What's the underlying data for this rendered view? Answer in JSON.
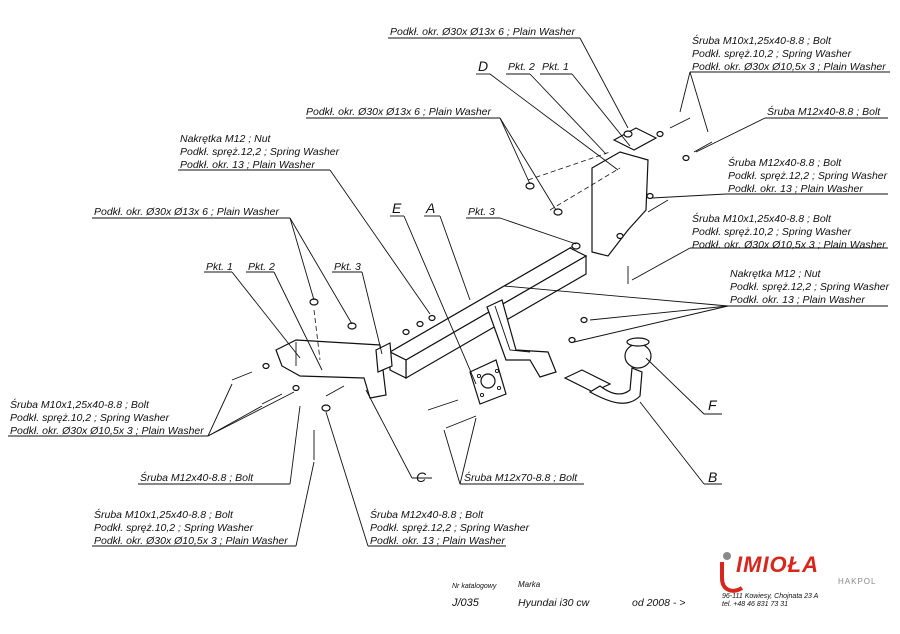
{
  "labels": {
    "washer_top": "Podkł. okr.  Ø30x Ø13x 6 ; Plain Washer",
    "top_right_1": "Śruba M10x1,25x40-8.8 ;  Bolt",
    "top_right_2": "Podkł. spręż.10,2 ; Spring Washer",
    "top_right_3": "Podkł. okr.  Ø30x Ø10,5x 3 ; Plain Washer",
    "d_letter": "D",
    "pkt2_top": "Pkt. 2",
    "pkt1_top": "Pkt. 1",
    "sruba_m12_right": "Śruba M12x40-8.8 ;  Bolt",
    "washer_mid": "Podkł. okr.  Ø30x Ø13x 6 ; Plain Washer",
    "nut_left_1": "Nakrętka  M12 ; Nut",
    "nut_left_2": "Podkł. spręż.12,2 ; Spring Washer",
    "nut_left_3": "Podkł. okr. 13 ; Plain Washer",
    "right2_1": "Śruba M12x40-8.8 ;  Bolt",
    "right2_2": "Podkł. spręż.12,2 ; Spring Washer",
    "right2_3": "Podkł. okr. 13 ; Plain Washer",
    "washer_left": "Podkł. okr.  Ø30x Ø13x 6 ; Plain Washer",
    "e_letter": "E",
    "a_letter": "A",
    "pkt3_mid": "Pkt. 3",
    "right3_1": "Śruba M10x1,25x40-8.8 ;  Bolt",
    "right3_2": "Podkł. spręż.10,2 ; Spring Washer",
    "right3_3": "Podkł. okr.  Ø30x Ø10,5x 3 ; Plain Washer",
    "pkt1_left": "Pkt. 1",
    "pkt2_left": "Pkt. 2",
    "pkt3_left": "Pkt. 3",
    "right4_1": "Nakrętka  M12 ; Nut",
    "right4_2": "Podkł. spręż.12,2 ; Spring Washer",
    "right4_3": "Podkł. okr. 13 ; Plain Washer",
    "left_bolt_1": "Śruba M10x1,25x40-8.8 ;  Bolt",
    "left_bolt_2": "Podkł. spręż.10,2 ; Spring Washer",
    "left_bolt_3": "Podkł. okr.  Ø30x Ø10,5x 3 ; Plain Washer",
    "f_letter": "F",
    "c_letter": "C",
    "b_letter": "B",
    "sruba_m12_bottom": "Śruba M12x40-8.8 ;  Bolt",
    "sruba_m12x70": "Śruba M12x70-8.8 ;  Bolt",
    "bl_1": "Śruba M10x1,25x40-8.8 ;  Bolt",
    "bl_2": "Podkł. spręż.10,2 ; Spring Washer",
    "bl_3": "Podkł. okr.  Ø30x Ø10,5x 3 ; Plain Washer",
    "bc_1": "Śruba M12x40-8.8 ;  Bolt",
    "bc_2": "Podkł. spręż.12,2 ; Spring Washer",
    "bc_3": "Podkł. okr. 13 ; Plain Washer"
  },
  "footer": {
    "catalog_label": "Nr katalogowy",
    "catalog_value": "J/035",
    "brand_label": "Marka",
    "brand_value": "Hyundai i30 cw",
    "date_value": "od 2008 - >",
    "logo_text": "IMIOŁA",
    "logo_sub": "HAKPOL",
    "address": "96-111 Kowiesy, Chojnata 23 A",
    "phone": "tel. +48 46 831 73 31"
  },
  "colors": {
    "logo_red": "#d9261c",
    "logo_grey": "#8a8a8a",
    "line": "#111111"
  }
}
